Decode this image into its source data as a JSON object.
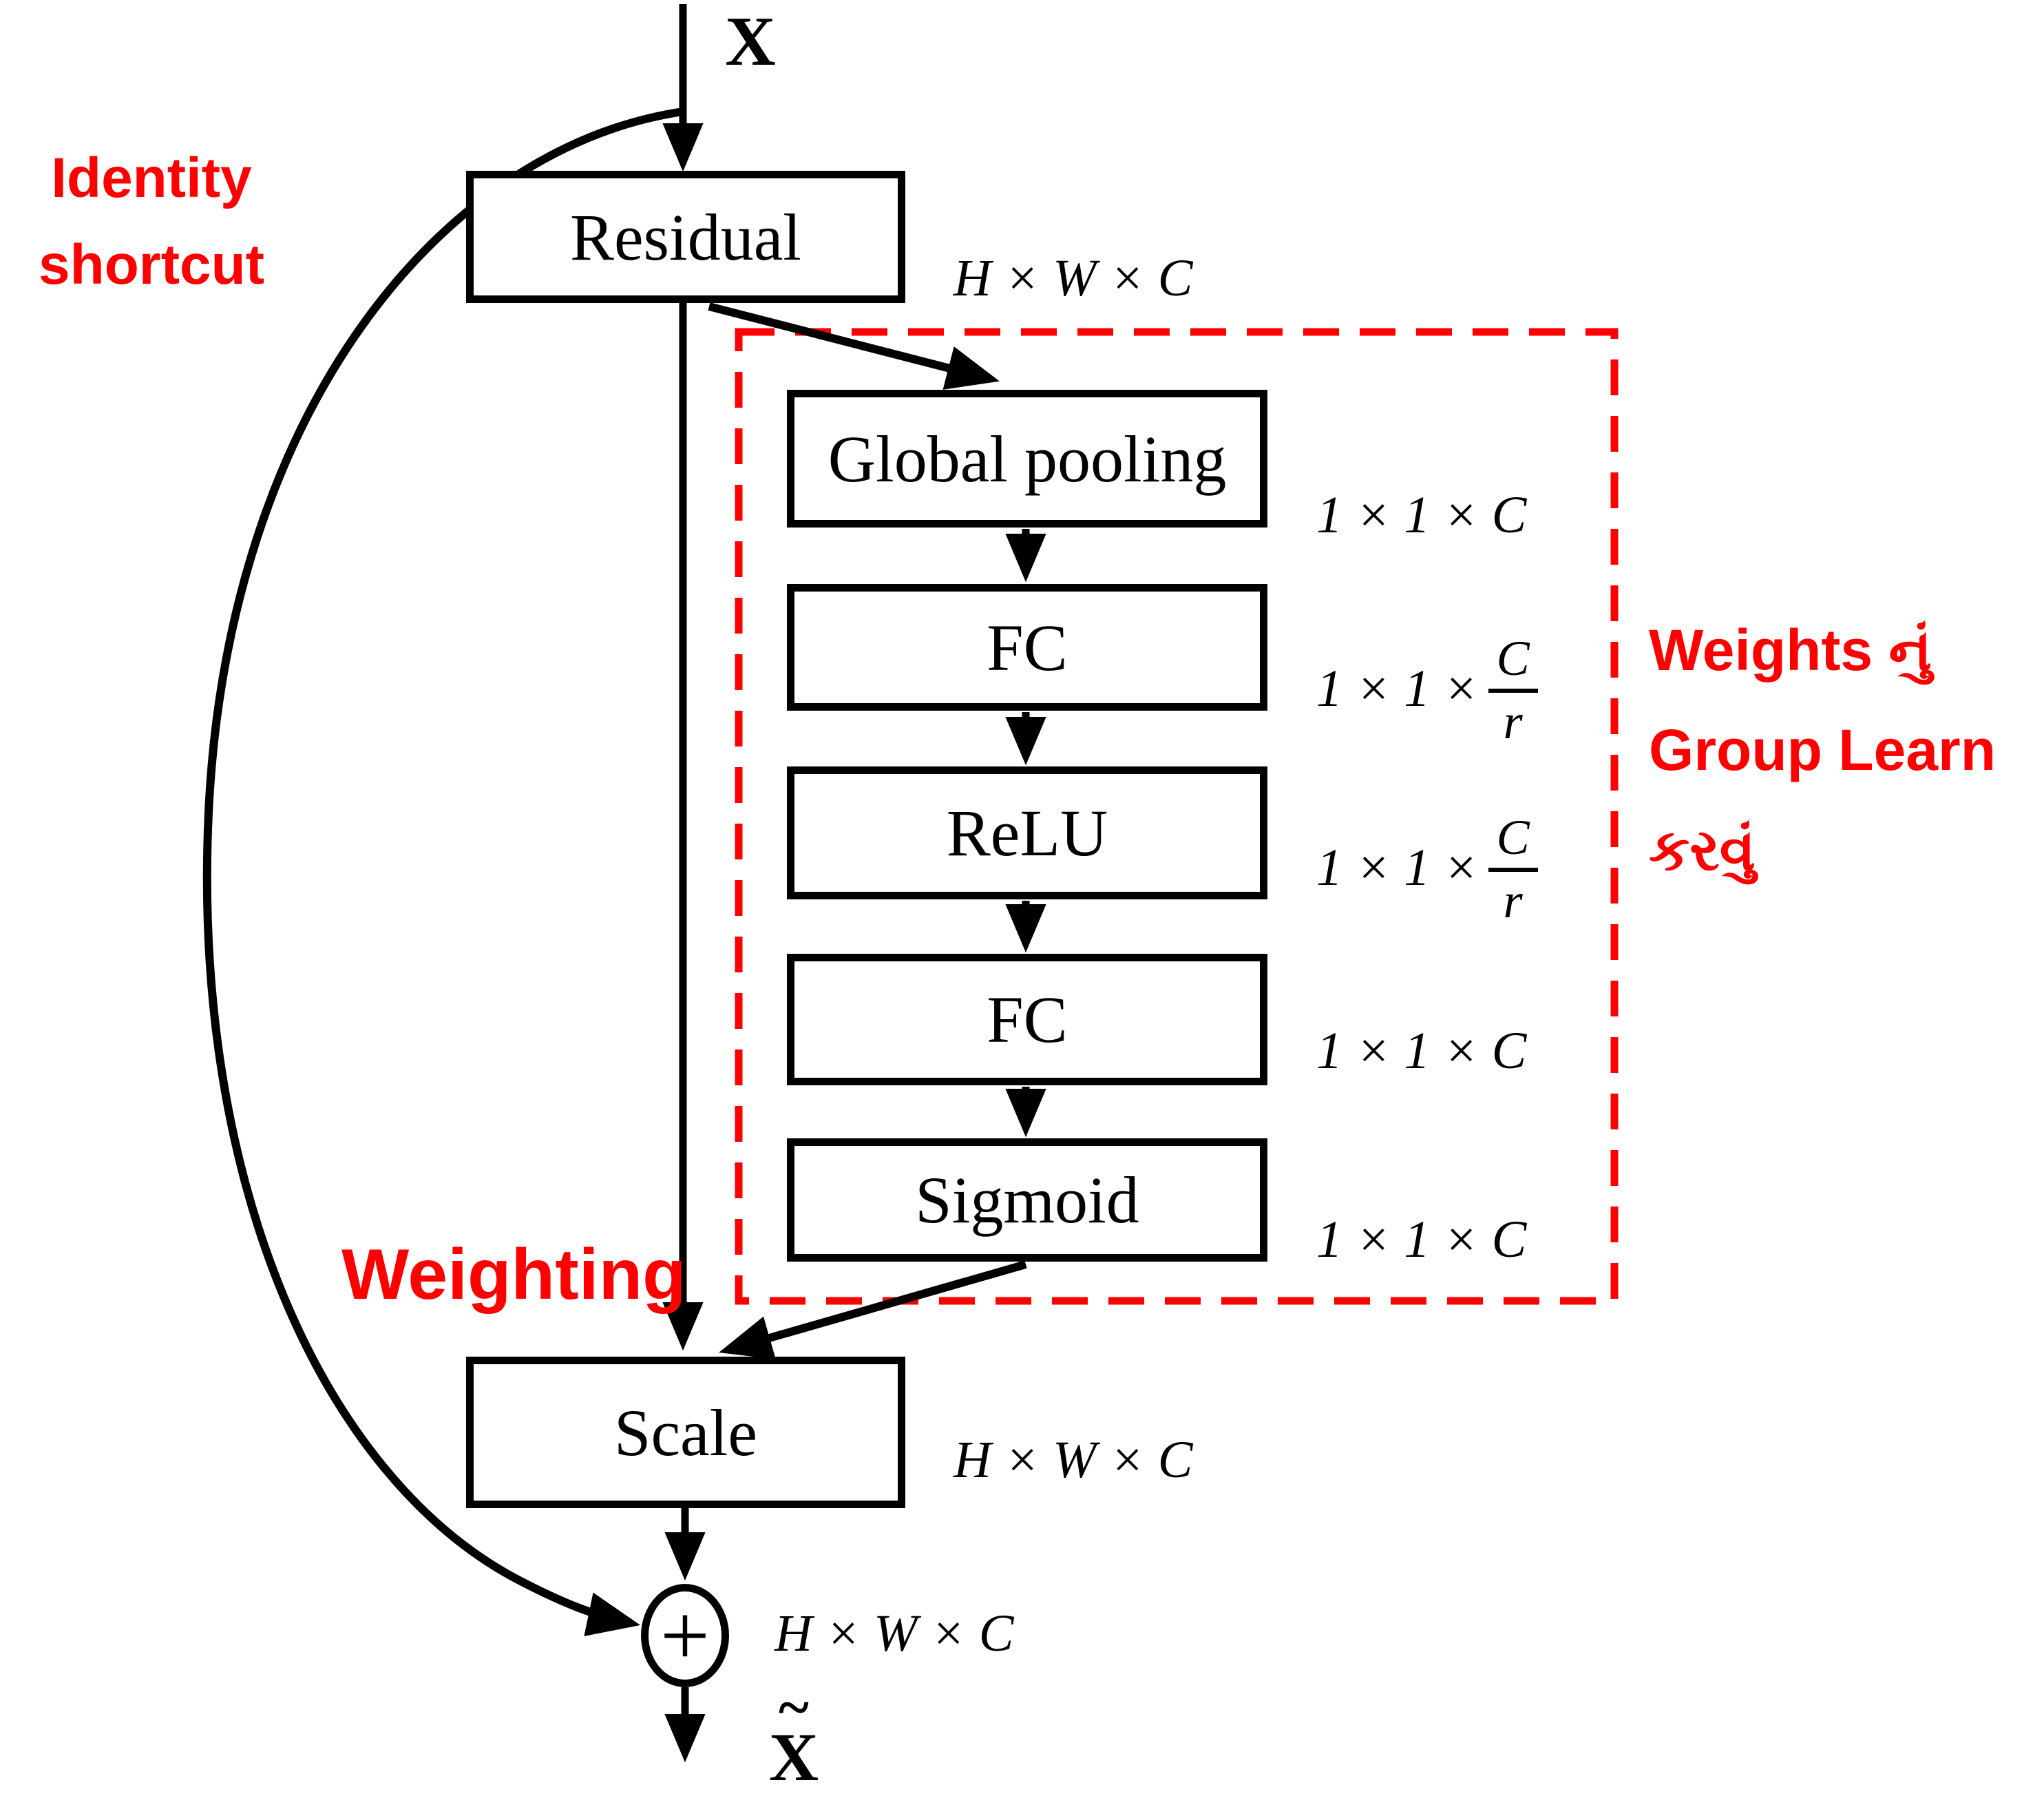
{
  "diagram": {
    "background": "#ffffff",
    "ink": "#000000",
    "accent_red": "#ff0000"
  },
  "nodes": {
    "input": {
      "label": "X"
    },
    "residual": {
      "label": "Residual",
      "dim": "H × W × C"
    },
    "global_pooling": {
      "label": "Global pooling",
      "dim": "1 × 1 × C"
    },
    "fc1": {
      "label": "FC",
      "dim_prefix": "1 × 1 ×",
      "dim_numerator": "C",
      "dim_denominator": "r"
    },
    "relu": {
      "label": "ReLU",
      "dim_prefix": "1 × 1 ×",
      "dim_numerator": "C",
      "dim_denominator": "r"
    },
    "fc2": {
      "label": "FC",
      "dim": "1 × 1 × C"
    },
    "sigmoid": {
      "label": "Sigmoid",
      "dim": "1 × 1 × C"
    },
    "scale": {
      "label": "Scale",
      "dim": "H × W × C"
    },
    "adder": {
      "symbol": "+",
      "dim": "H × W × C"
    },
    "output": {
      "accent": "~",
      "char": "X"
    }
  },
  "annotations": {
    "identity_shortcut": {
      "lines": [
        "Identity",
        "shortcut"
      ]
    },
    "weighting": {
      "label": "Weighting"
    },
    "weights_group": {
      "lines": [
        "Weights નું",
        "Group Learn",
        "કરવું"
      ]
    }
  }
}
